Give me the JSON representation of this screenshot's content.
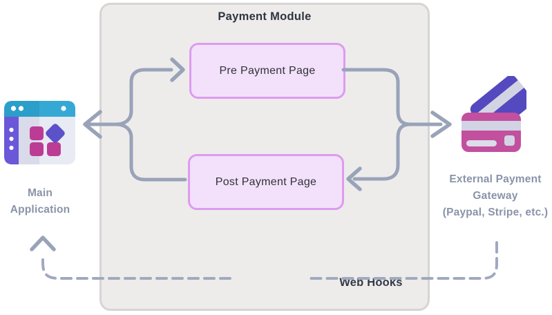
{
  "module": {
    "title": "Payment Module",
    "pre_box_label": "Pre Payment Page",
    "post_box_label": "Post Payment Page"
  },
  "nodes": {
    "main_app": {
      "icon": "app-window-icon",
      "lines": [
        "Main",
        "Application"
      ]
    },
    "gateway": {
      "icon": "credit-cards-icon",
      "lines": [
        "External Payment",
        "Gateway",
        "(Paypal, Stripe, etc.)"
      ]
    }
  },
  "webhooks": {
    "label": "Web Hooks"
  },
  "colors": {
    "container_fill": "#EDECEB",
    "container_border": "#D6D5D3",
    "box_fill": "#F3E0FB",
    "box_border": "#DD9BEF",
    "box_text": "#2F3237",
    "title_text": "#2E3440",
    "connector": "#99A3B8",
    "dashed_connector": "#A0A9BE",
    "node_label_text": "#8A93A8",
    "webhooks_text": "#343A46",
    "app_topbar": "#2B9EC9",
    "app_sidebar": "#6A58D8",
    "app_body": "#D9DBEA",
    "app_square": "#BC3C95",
    "app_diamond": "#5B51C9",
    "card_front": "#C2509E",
    "card_back": "#5449BE",
    "card_stripe": "#D2D4E4"
  }
}
